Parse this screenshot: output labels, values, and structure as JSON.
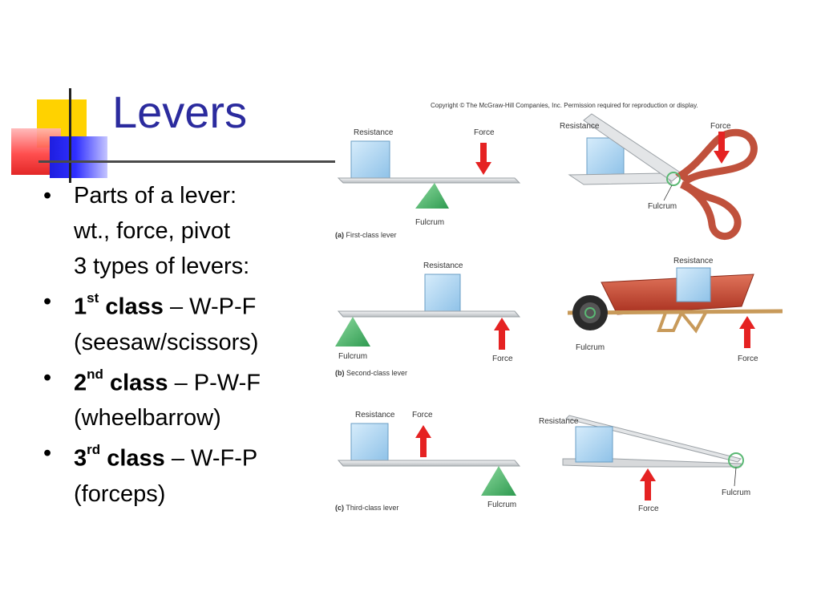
{
  "slide": {
    "title": "Levers",
    "bullets": [
      {
        "bullet": true,
        "text": "Parts of a lever:"
      },
      {
        "bullet": false,
        "text": "wt., force, pivot"
      },
      {
        "bullet": false,
        "text": "3 types of levers:"
      },
      {
        "bullet": true,
        "num": "1",
        "sup": "st",
        "rest": " class",
        "tail": " – W-P-F"
      },
      {
        "bullet": false,
        "text": "(seesaw/scissors)"
      },
      {
        "bullet": true,
        "num": "2",
        "sup": "nd",
        "rest": " class",
        "tail": " – P-W-F"
      },
      {
        "bullet": false,
        "text": "(wheelbarrow)"
      },
      {
        "bullet": true,
        "num": "3",
        "sup": "rd",
        "rest": " class",
        "tail": " – W-F-P"
      },
      {
        "bullet": false,
        "text": "(forceps)"
      }
    ]
  },
  "figure": {
    "copyright": "Copyright © The McGraw-Hill Companies, Inc. Permission required for reproduction or display.",
    "labels": {
      "resistance": "Resistance",
      "force": "Force",
      "fulcrum": "Fulcrum"
    },
    "captions": {
      "a_letter": "(a)",
      "a_text": " First-class lever",
      "b_letter": "(b)",
      "b_text": " Second-class lever",
      "c_letter": "(c)",
      "c_text": " Third-class lever"
    },
    "colors": {
      "block": "#a9d4f0",
      "fulcrum": "#4fb56c",
      "arrow": "#e52222",
      "lever": "#d8dadc",
      "title": "#2b2b9e"
    }
  }
}
